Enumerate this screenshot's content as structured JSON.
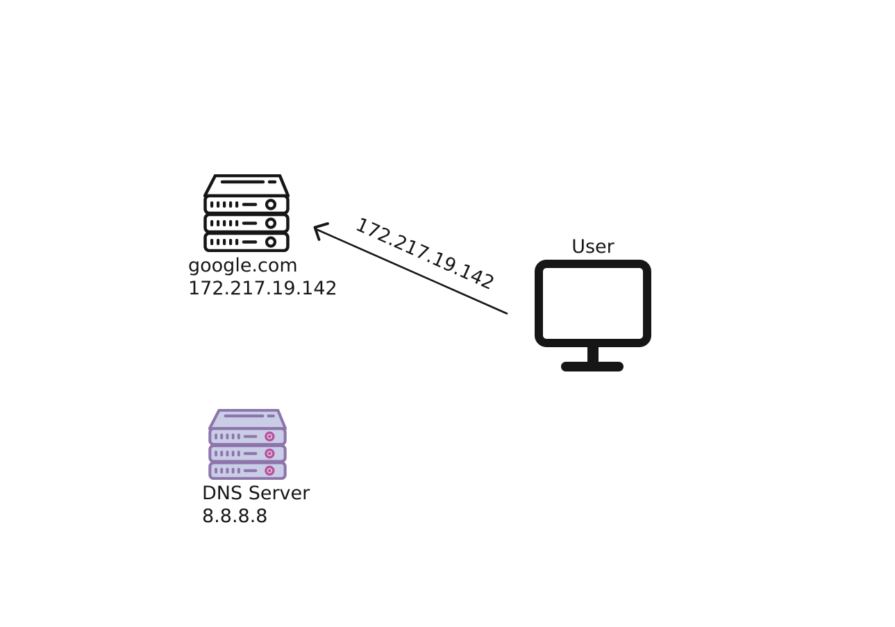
{
  "diagram": {
    "nodes": {
      "google": {
        "label": "google.com",
        "sublabel": "172.217.19.142"
      },
      "dns": {
        "label": "DNS Server",
        "sublabel": "8.8.8.8"
      },
      "user": {
        "label": "User"
      }
    },
    "arrow": {
      "label": "172.217.19.142",
      "from": "user",
      "to": "google"
    }
  },
  "colors": {
    "background": "#ffffff",
    "ink": "#161616",
    "server_purple_stroke": "#8d75ac",
    "server_purple_fill": "#c9cde6",
    "server_purple_accent": "#b8509f",
    "server_purple_accent_fill": "#dcc8de"
  }
}
